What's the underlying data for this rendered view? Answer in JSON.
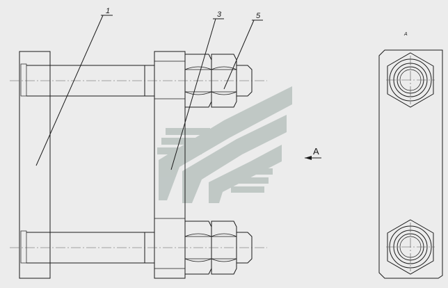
{
  "callouts": {
    "part1": "1",
    "part3": "3",
    "part5": "5"
  },
  "view": {
    "arrow_label": "A",
    "view_title": "A"
  },
  "colors": {
    "background": "#ececec",
    "line": "#1a1a1a",
    "watermark": "#b9c2bf"
  },
  "icons": {
    "watermark": "watermark-logo"
  }
}
